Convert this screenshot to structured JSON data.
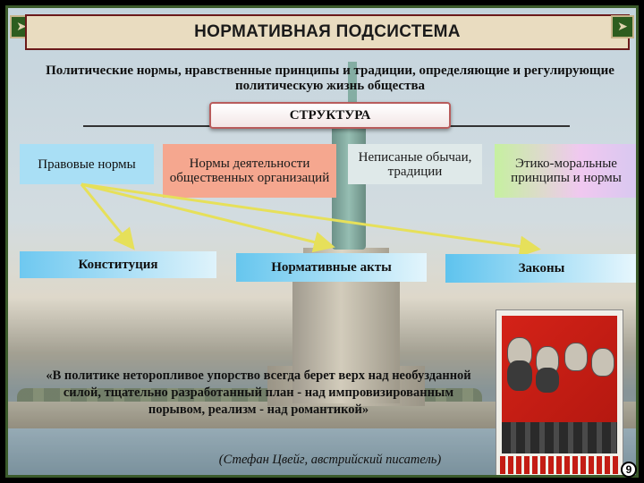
{
  "header": {
    "title": "НОРМАТИВНАЯ ПОДСИСТЕМА",
    "corner_left_icon": "arrow-icon",
    "corner_right_icon": "arrow-icon"
  },
  "subtitle": "Политические нормы, нравственные принципы и традиции, определяющие и регулирующие политическую жизнь общества",
  "structure_label": "СТРУКТУРА",
  "categories": [
    {
      "label": "Правовые нормы",
      "color": "#a9dff5"
    },
    {
      "label": "Нормы деятельности общественных организаций",
      "color": "#f5a78f"
    },
    {
      "label": "Неписаные обычаи, традиции",
      "color": "#dfe9e9"
    },
    {
      "label": "Этико-моральные принципы и нормы",
      "color": "#c6f0a0"
    }
  ],
  "outputs": [
    {
      "label": "Конституция"
    },
    {
      "label": "Нормативные акты"
    },
    {
      "label": "Законы"
    }
  ],
  "quote": "«В политике неторопливое упорство всегда берет верх над необузданной силой, тщательно разработанный план - над импровизированным порывом, реализм - над романтикой»",
  "author": "(Стефан Цвейг, австрийский писатель)",
  "page_number": "9",
  "colors": {
    "title_bg": "#e9dcc0",
    "frame": "#3a5a2a",
    "arrow": "#e6e05a"
  }
}
